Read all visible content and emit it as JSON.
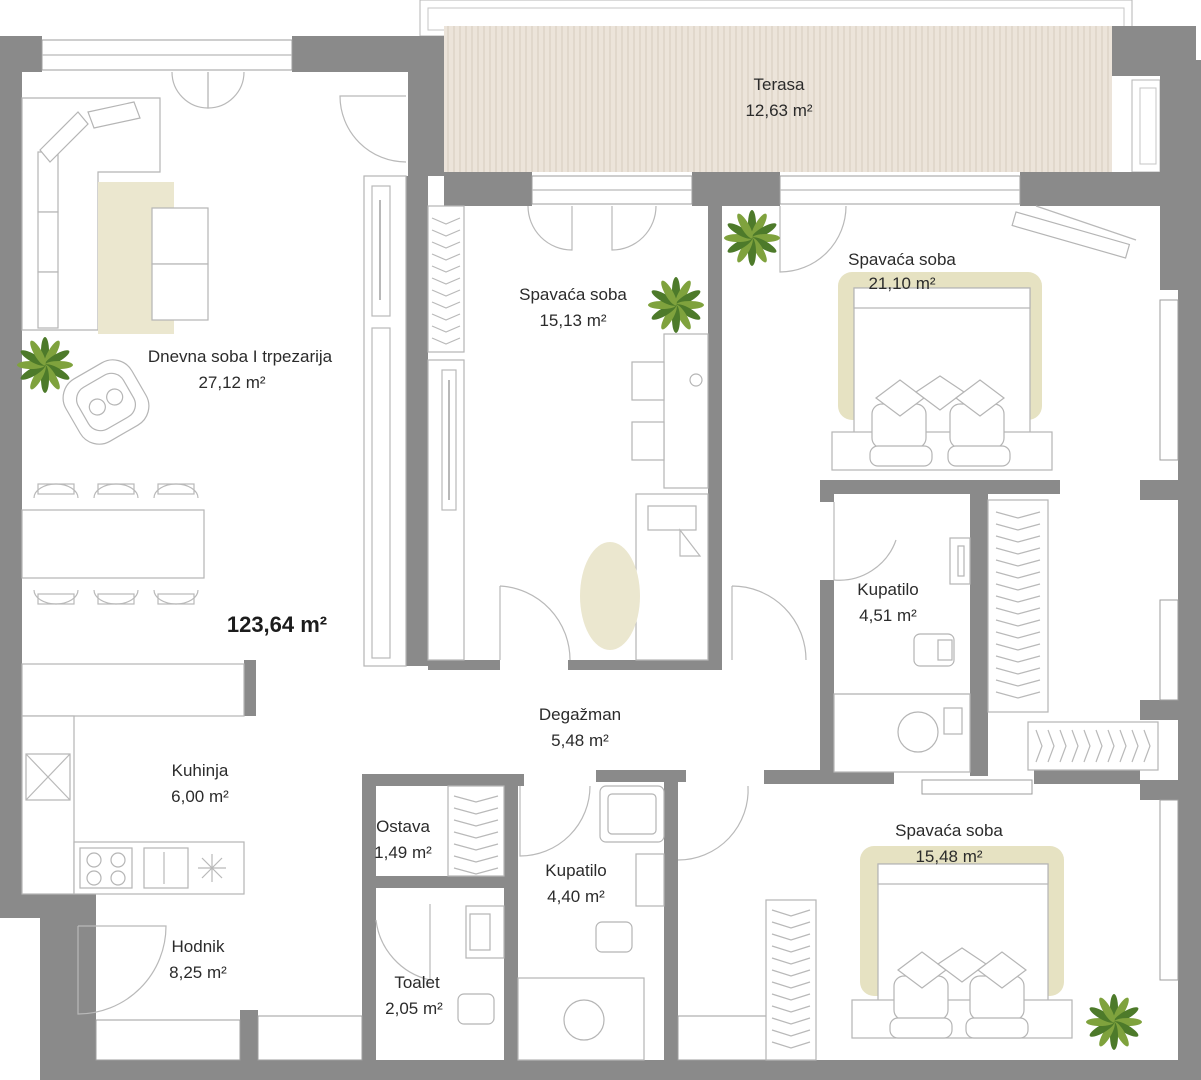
{
  "plan": {
    "total_area": "123,64 m²",
    "rooms": [
      {
        "id": "terasa",
        "name": "Terasa",
        "area": "12,63 m²"
      },
      {
        "id": "dnevna",
        "name": "Dnevna soba I trpezarija",
        "area": "27,12 m²"
      },
      {
        "id": "spavaca1",
        "name": "Spavaća soba",
        "area": "15,13 m²"
      },
      {
        "id": "spavaca2",
        "name": "Spavaća soba",
        "area": "21,10 m²"
      },
      {
        "id": "kupatilo1",
        "name": "Kupatilo",
        "area": "4,51 m²"
      },
      {
        "id": "degazman",
        "name": "Degažman",
        "area": "5,48 m²"
      },
      {
        "id": "kuhinja",
        "name": "Kuhinja",
        "area": "6,00 m²"
      },
      {
        "id": "ostava",
        "name": "Ostava",
        "area": "1,49 m²"
      },
      {
        "id": "kupatilo2",
        "name": "Kupatilo",
        "area": "4,40 m²"
      },
      {
        "id": "spavaca3",
        "name": "Spavaća soba",
        "area": "15,48 m²"
      },
      {
        "id": "hodnik",
        "name": "Hodnik",
        "area": "8,25 m²"
      },
      {
        "id": "toalet",
        "name": "Toalet",
        "area": "2,05 m²"
      }
    ]
  },
  "colors": {
    "wall": "#8a8a8a",
    "terrace_fill": "#ece4da",
    "rug": "#ebe7cf",
    "plant": "#4d7a2a"
  }
}
